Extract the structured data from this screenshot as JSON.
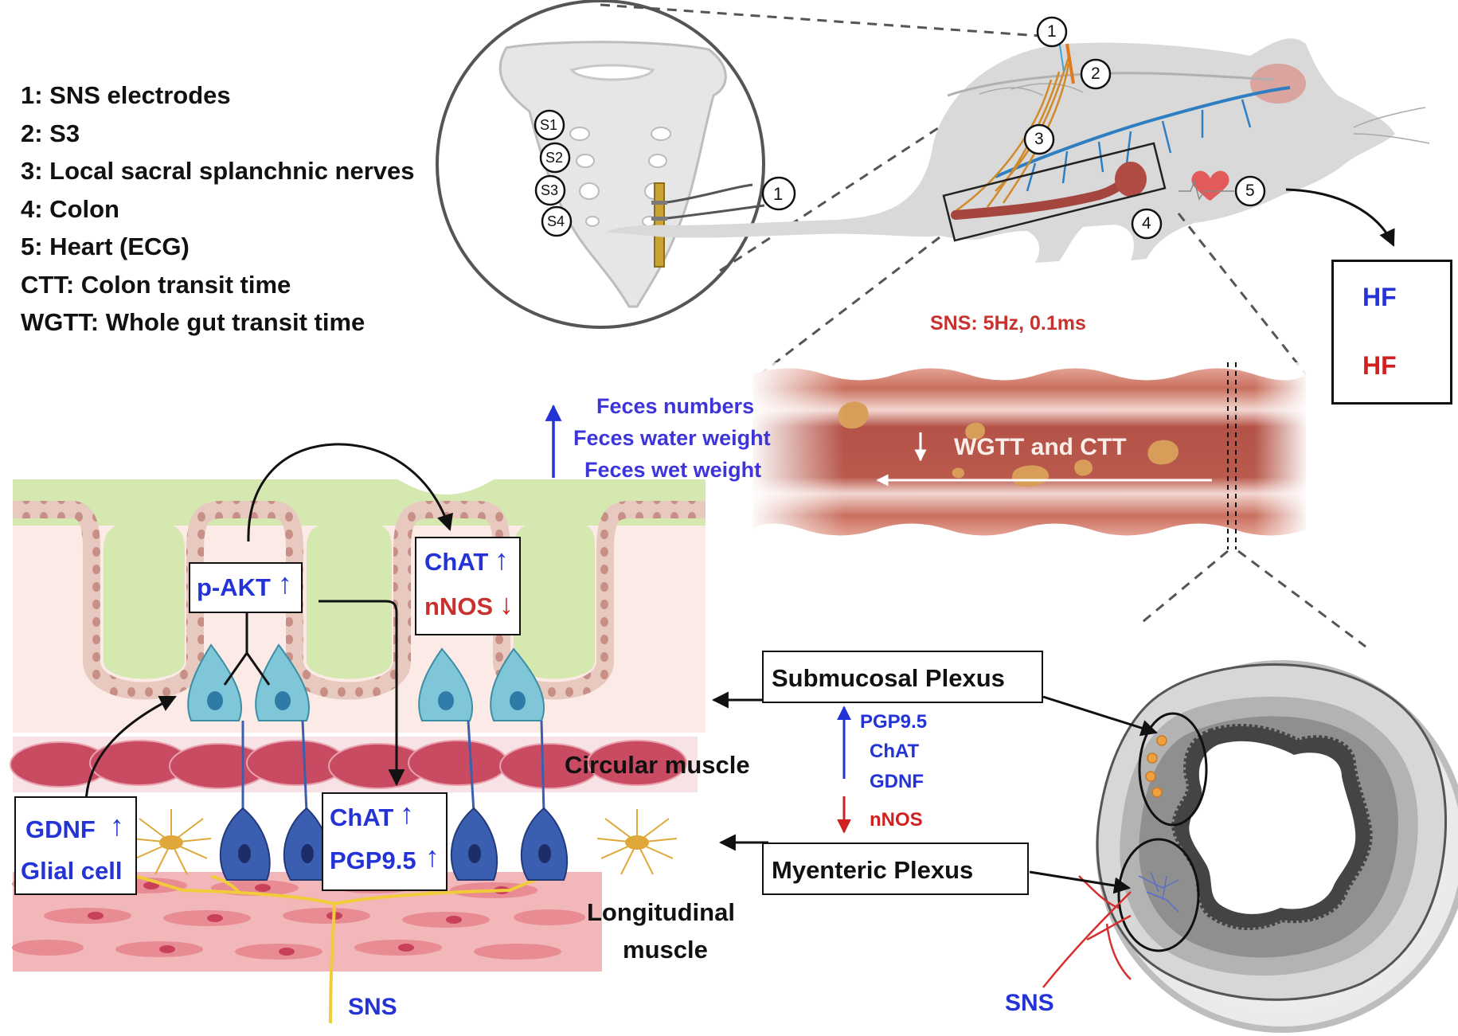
{
  "legend": [
    "1: SNS electrodes",
    "2: S3",
    "3: Local sacral splanchnic nerves",
    "4: Colon",
    "5: Heart (ECG)",
    "CTT: Colon transit time",
    "WGTT: Whole gut transit time"
  ],
  "sacrum": {
    "vertebrae": [
      "S1",
      "S2",
      "S3",
      "S4"
    ],
    "electrode_marker": "1"
  },
  "rat_markers": [
    "1",
    "2",
    "3",
    "4",
    "5"
  ],
  "stimulation": "SNS: 5Hz, 0.1ms",
  "hf_box": {
    "up_label": "HF",
    "down_label": "HF"
  },
  "feces": {
    "lines": [
      "Feces numbers",
      "Feces water weight",
      "Feces wet weight"
    ]
  },
  "colon_label": "WGTT and CTT",
  "mucosa": {
    "pakt": "p-AKT",
    "chat_top": "ChAT",
    "nnos_top": "nNOS",
    "gdnf": "GDNF",
    "glial": "Glial cell",
    "chat_bottom": "ChAT",
    "pgp_bottom": "PGP9.5",
    "circular_muscle": "Circular muscle",
    "longitudinal_muscle_1": "Longitudinal",
    "longitudinal_muscle_2": "muscle",
    "sns_bottom": "SNS"
  },
  "plexus": {
    "submucosal": "Submucosal Plexus",
    "myenteric": "Myenteric Plexus",
    "markers_up": [
      "PGP9.5",
      "ChAT",
      "GDNF"
    ],
    "marker_down": "nNOS"
  },
  "cross_section": {
    "sns_label": "SNS"
  },
  "colors": {
    "blue": "#2433d6",
    "red": "#d02020",
    "purple": "#3d35d9",
    "mucosa": "#d4e8b0",
    "muscle": "#d06070",
    "neuron": "#3b5fb0"
  }
}
